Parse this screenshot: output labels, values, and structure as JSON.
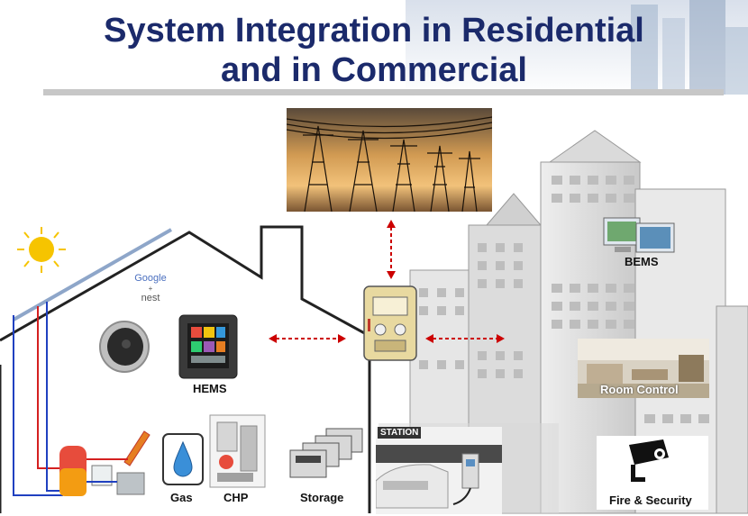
{
  "title": {
    "line1": "System Integration in Residential",
    "line2": "and in Commercial"
  },
  "nest_logo": {
    "brand": "Google",
    "plus": "+",
    "product": "nest"
  },
  "labels": {
    "hems": "HEMS",
    "gas": "Gas",
    "chp": "CHP",
    "storage": "Storage",
    "bems": "BEMS",
    "room_control": "Room Control",
    "fire_security": "Fire & Security"
  },
  "ev_station": {
    "sign": "STATION"
  },
  "colors": {
    "title": "#1b2a6b",
    "arrow": "#cc0000",
    "house_outline": "#222222",
    "pipe_red": "#d42020",
    "pipe_blue": "#2040c0",
    "sun": "#f6c400"
  },
  "icons": [
    "sun-icon",
    "thermostat-icon",
    "hems-panel-icon",
    "smart-meter-icon",
    "gas-drop-icon",
    "cctv-camera-icon",
    "transmission-tower-icon"
  ]
}
